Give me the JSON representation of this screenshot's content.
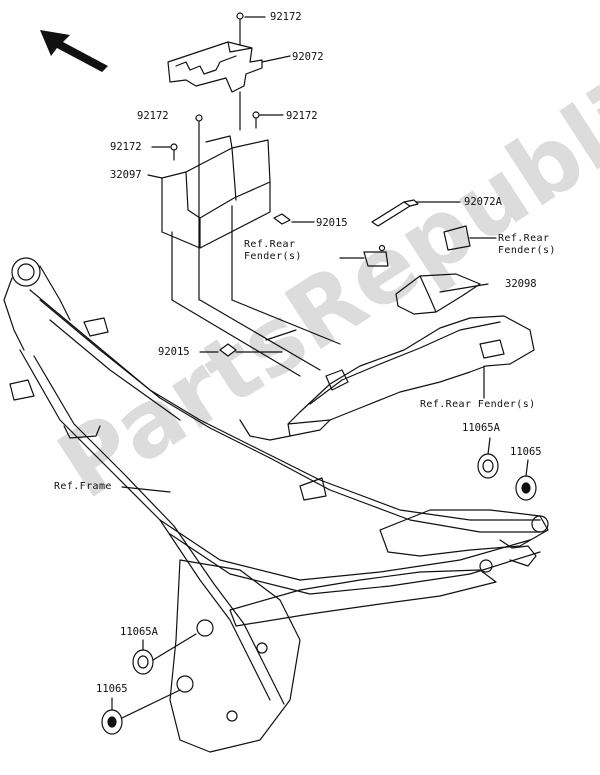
{
  "watermark": "PartsRepublik",
  "orientation_icon": "front-direction-arrow-icon",
  "labels": {
    "p92172_top": "92172",
    "p92072": "92072",
    "p92172_left": "92172",
    "p92172_right": "92172",
    "p92172_left2": "92172",
    "p32097": "32097",
    "p92015_upper": "92015",
    "ref_rear_fender_left": "Ref.Rear\nFender(s)",
    "p92072A": "92072A",
    "ref_rear_fender_right": "Ref.Rear\nFender(s)",
    "p32098": "32098",
    "p92015_lower": "92015",
    "ref_rear_fender_bottom": "Ref.Rear Fender(s)",
    "p11065A_right": "11065A",
    "p11065_right": "11065",
    "ref_frame": "Ref.Frame",
    "p11065A_left": "11065A",
    "p11065_left": "11065"
  },
  "colors": {
    "line": "#111111",
    "watermark": "#dcdcdc"
  }
}
